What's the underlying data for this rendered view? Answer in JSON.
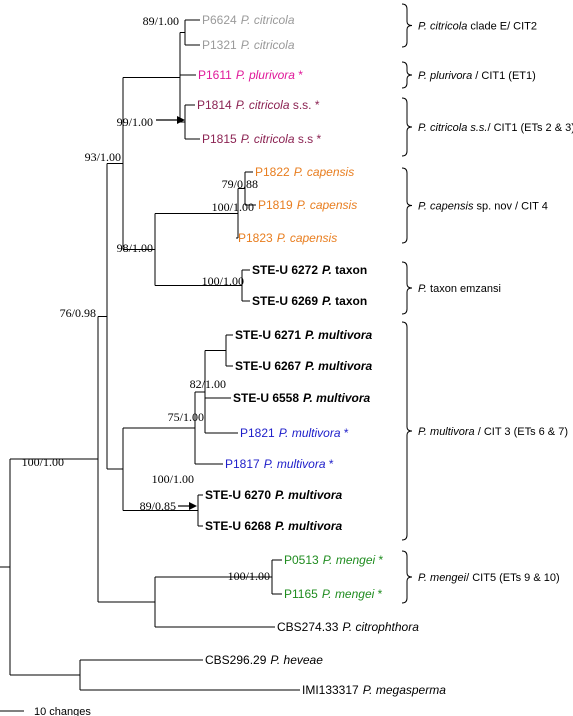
{
  "colors": {
    "grey": "#9a9a9a",
    "magenta": "#e0199a",
    "plum": "#8b2252",
    "orange": "#e87d1e",
    "blue": "#1d1dc9",
    "green": "#1f8c1f",
    "black": "#000000"
  },
  "taxa": [
    {
      "id": "P6624",
      "code": "P6624",
      "species": "P. citricola",
      "suffix": "",
      "color": "grey",
      "bold": false
    },
    {
      "id": "P1321",
      "code": "P1321",
      "species": "P. citricola",
      "suffix": "",
      "color": "grey",
      "bold": false
    },
    {
      "id": "P1611",
      "code": "P1611",
      "species": "P. plurivora",
      "suffix": " *",
      "color": "magenta",
      "bold": false
    },
    {
      "id": "P1814",
      "code": "P1814",
      "species": "P. citricola",
      "suffix": " s.s. *",
      "color": "plum",
      "bold": false
    },
    {
      "id": "P1815",
      "code": "P1815",
      "species": "P. citricola",
      "suffix": " s.s *",
      "color": "plum",
      "bold": false
    },
    {
      "id": "P1822",
      "code": "P1822",
      "species": "P. capensis",
      "suffix": "",
      "color": "orange",
      "bold": false
    },
    {
      "id": "P1819",
      "code": "P1819",
      "species": "P. capensis",
      "suffix": "",
      "color": "orange",
      "bold": false
    },
    {
      "id": "P1823",
      "code": "P1823",
      "species": "P. capensis",
      "suffix": "",
      "color": "orange",
      "bold": false
    },
    {
      "id": "S6272",
      "code": "STE-U 6272",
      "species": "P.",
      "suffix": " taxon",
      "color": "black",
      "bold": true
    },
    {
      "id": "S6269",
      "code": "STE-U 6269",
      "species": "P.",
      "suffix": " taxon",
      "color": "black",
      "bold": true
    },
    {
      "id": "S6271",
      "code": "STE-U 6271",
      "species": "P. multivora",
      "suffix": "",
      "color": "black",
      "bold": true
    },
    {
      "id": "S6267",
      "code": "STE-U 6267",
      "species": "P. multivora",
      "suffix": "",
      "color": "black",
      "bold": true
    },
    {
      "id": "S6558",
      "code": "STE-U 6558",
      "species": "P. multivora",
      "suffix": "",
      "color": "black",
      "bold": true
    },
    {
      "id": "P1821",
      "code": "P1821",
      "species": "P. multivora",
      "suffix": " *",
      "color": "blue",
      "bold": false
    },
    {
      "id": "P1817",
      "code": "P1817",
      "species": "P. multivora",
      "suffix": " *",
      "color": "blue",
      "bold": false
    },
    {
      "id": "S6270",
      "code": "STE-U 6270",
      "species": "P. multivora",
      "suffix": "",
      "color": "black",
      "bold": true
    },
    {
      "id": "S6268",
      "code": "STE-U 6268",
      "species": "P. multivora",
      "suffix": "",
      "color": "black",
      "bold": true
    },
    {
      "id": "P0513",
      "code": "P0513",
      "species": "P. mengei",
      "suffix": " *",
      "color": "green",
      "bold": false
    },
    {
      "id": "P1165",
      "code": "P1165",
      "species": "P. mengei",
      "suffix": " *",
      "color": "green",
      "bold": false
    },
    {
      "id": "CBS274",
      "code": "CBS274.33",
      "species": "P. citrophthora",
      "suffix": "",
      "color": "black",
      "bold": false
    },
    {
      "id": "CBS296",
      "code": "CBS296.29",
      "species": "P. heveae",
      "suffix": "",
      "color": "black",
      "bold": false
    },
    {
      "id": "IMI133317",
      "code": "IMI133317",
      "species": "P. megasperma",
      "suffix": "",
      "color": "black",
      "bold": false
    }
  ],
  "supports": [
    {
      "id": "s1",
      "text": "89/1.00"
    },
    {
      "id": "s2",
      "text": "99/1.00"
    },
    {
      "id": "s3",
      "text": "93/1.00"
    },
    {
      "id": "s4",
      "text": "79/0.88"
    },
    {
      "id": "s5",
      "text": "100/1.00"
    },
    {
      "id": "s6",
      "text": "98/1.00"
    },
    {
      "id": "s7",
      "text": "100/1.00"
    },
    {
      "id": "s8",
      "text": "76/0.98"
    },
    {
      "id": "s9",
      "text": "82/1.00"
    },
    {
      "id": "s10",
      "text": "75/1.00"
    },
    {
      "id": "s11",
      "text": "100/1.00"
    },
    {
      "id": "s12",
      "text": "89/0.85"
    },
    {
      "id": "s13",
      "text": "100/1.00"
    },
    {
      "id": "s14",
      "text": "100/1.00"
    }
  ],
  "groups": [
    {
      "id": "g1",
      "italic": "P. citricola",
      "rest": " clade E/ CIT2"
    },
    {
      "id": "g2",
      "italic": "P. plurivora",
      "rest": " / CIT1 (ET1)"
    },
    {
      "id": "g3",
      "italic": "P. citricola s.s.",
      "rest": "/ CIT1 (ETs 2 & 3)"
    },
    {
      "id": "g4",
      "italic": "P. capensis",
      "rest": " sp. nov / CIT 4"
    },
    {
      "id": "g5",
      "italic": "P.",
      "rest": " taxon emzansi"
    },
    {
      "id": "g6",
      "italic": "P. multivora",
      "rest": " / CIT 3 (ETs 6 & 7)"
    },
    {
      "id": "g7",
      "italic": "P. mengei",
      "rest": "/ CIT5 (ETs 9 & 10)"
    }
  ],
  "scale": {
    "label": "10 changes"
  }
}
